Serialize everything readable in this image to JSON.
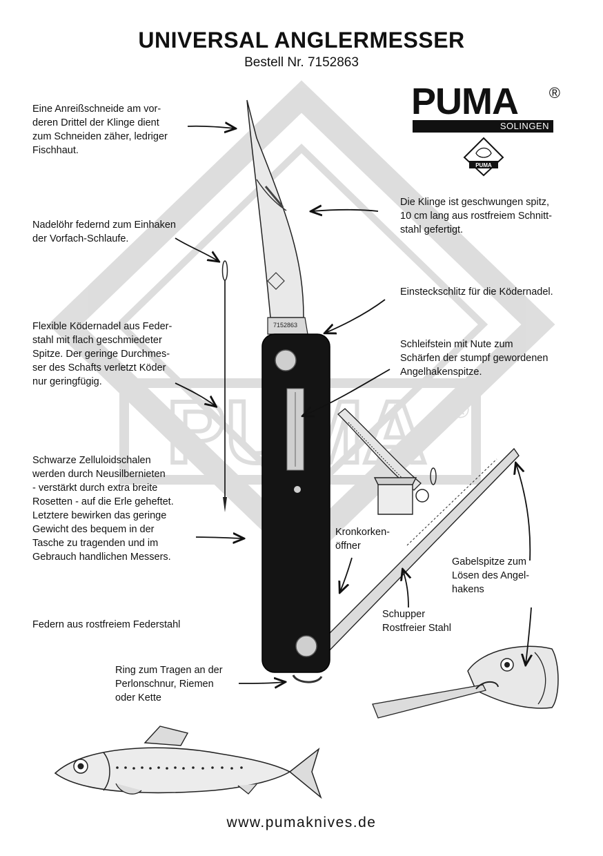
{
  "header": {
    "title": "UNIVERSAL ANGLERMESSER",
    "order_number": "Bestell Nr. 7152863"
  },
  "logo": {
    "brand": "PUMA",
    "registered": "®",
    "subtitle": "SOLINGEN",
    "badge_text": "PUMA"
  },
  "knife": {
    "blade_stamp": "7152863"
  },
  "annotations": {
    "anreissschneide": "Eine Anreißschneide am vor-\nderen Drittel der Klinge dient\nzum Schneiden zäher, ledriger\nFischhaut.",
    "klinge": "Die Klinge ist geschwungen spitz,\n10 cm lang aus rostfreiem Schnitt-\nstahl gefertigt.",
    "nadeloehr": "Nadelöhr federnd zum Einhaken\nder Vorfach-Schlaufe.",
    "einsteckschlitz": "Einsteckschlitz für die Ködernadel.",
    "koedernadel": "Flexible Ködernadel aus Feder-\nstahl mit flach geschmiedeter\nSpitze. Der geringe Durchmes-\nser des Schafts verletzt Köder\nnur geringfügig.",
    "schleifstein": "Schleifstein mit Nute zum\nSchärfen der stumpf  gewordenen\nAngelhakenspitze.",
    "zelluloid": "Schwarze Zelluloidschalen\nwerden durch Neusilbernieten\n- verstärkt durch extra breite\nRosetten - auf die Erle geheftet.\nLetztere bewirken das geringe\nGewicht des bequem in der\nTasche zu tragenden und im\nGebrauch handlichen Messers.",
    "kronkorken": "Kronkorken-\nöffner",
    "gabelspitze": "Gabelspitze zum\nLösen des Angel-\nhakens",
    "schupper": "Schupper\nRostfreier Stahl",
    "federn": "Federn aus rostfreiem Federstahl",
    "ring": "Ring zum Tragen an der\nPerlonschnur, Riemen\noder Kette"
  },
  "watermark": {
    "text": "PUMA",
    "registered": "®"
  },
  "footer": {
    "url": "www.pumaknives.de"
  }
}
